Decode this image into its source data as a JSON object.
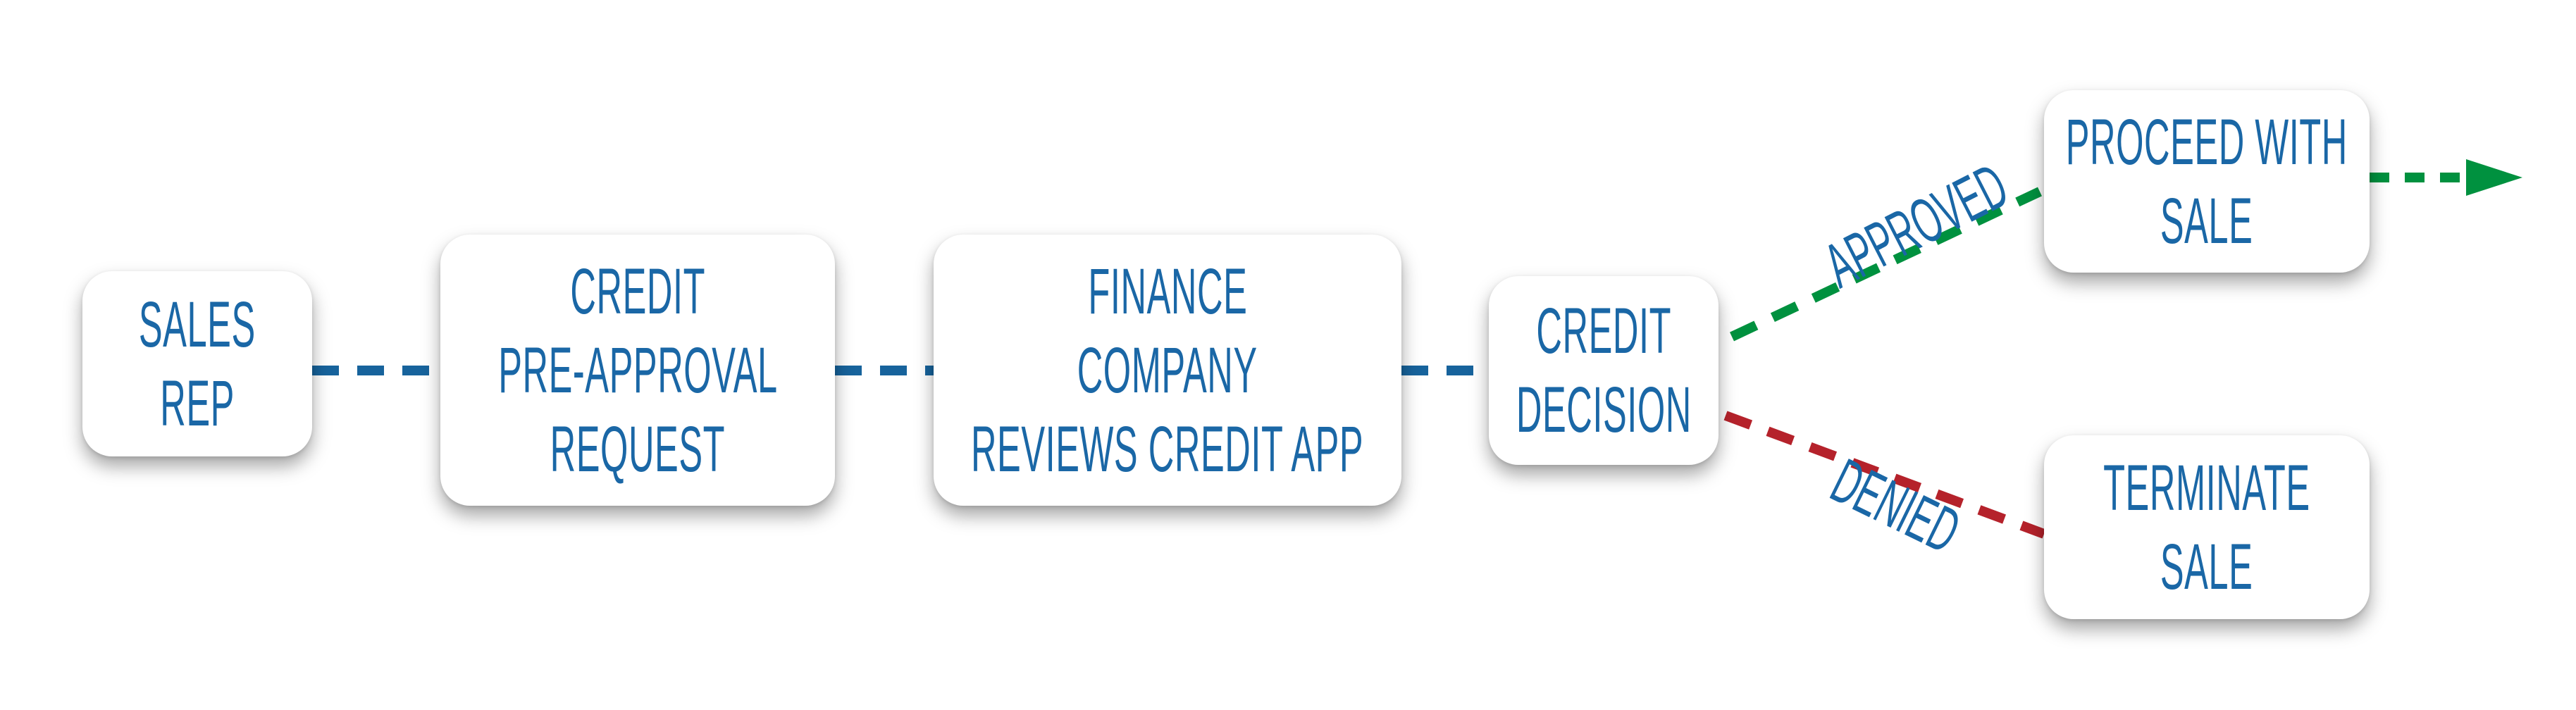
{
  "nodes": {
    "sales_rep": [
      "SALES",
      "REP"
    ],
    "credit_request": [
      "CREDIT",
      "PRE-APPROVAL",
      "REQUEST"
    ],
    "finance_review": [
      "FINANCE",
      "COMPANY",
      "REVIEWS CREDIT APP"
    ],
    "credit_decision": [
      "CREDIT",
      "DECISION"
    ],
    "proceed": [
      "PROCEED WITH",
      "SALE"
    ],
    "terminate": [
      "TERMINATE",
      "SALE"
    ]
  },
  "edges": {
    "approved_label": "APPROVED",
    "denied_label": "DENIED"
  },
  "colors": {
    "text": "#1a67a6",
    "flow": "#17639c",
    "approved": "#00913f",
    "denied": "#b5222b"
  }
}
